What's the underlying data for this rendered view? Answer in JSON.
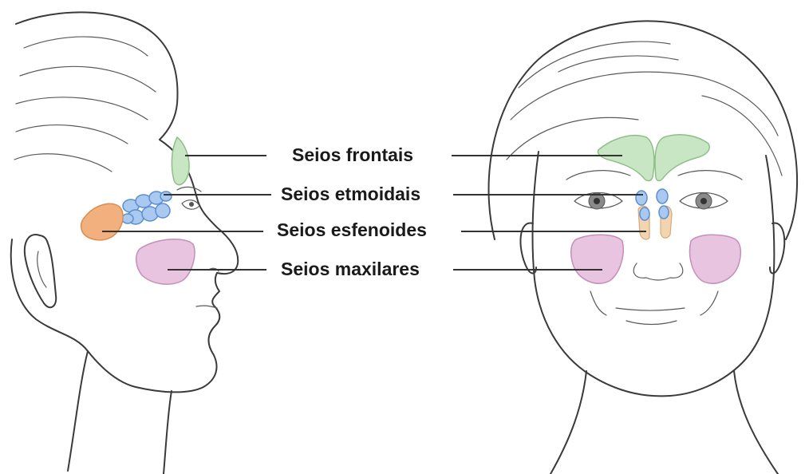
{
  "labels": {
    "frontal": "Seios frontais",
    "ethmoid": "Seios etmoidais",
    "sphenoid": "Seios esfenoides",
    "maxillary": "Seios maxilares"
  },
  "colors": {
    "frontal": "#c8e6c4",
    "ethmoid": "#a9c9f0",
    "sphenoid": "#f2b07e",
    "maxillary": "#e8c4e0",
    "line": "#3a3a3a"
  }
}
